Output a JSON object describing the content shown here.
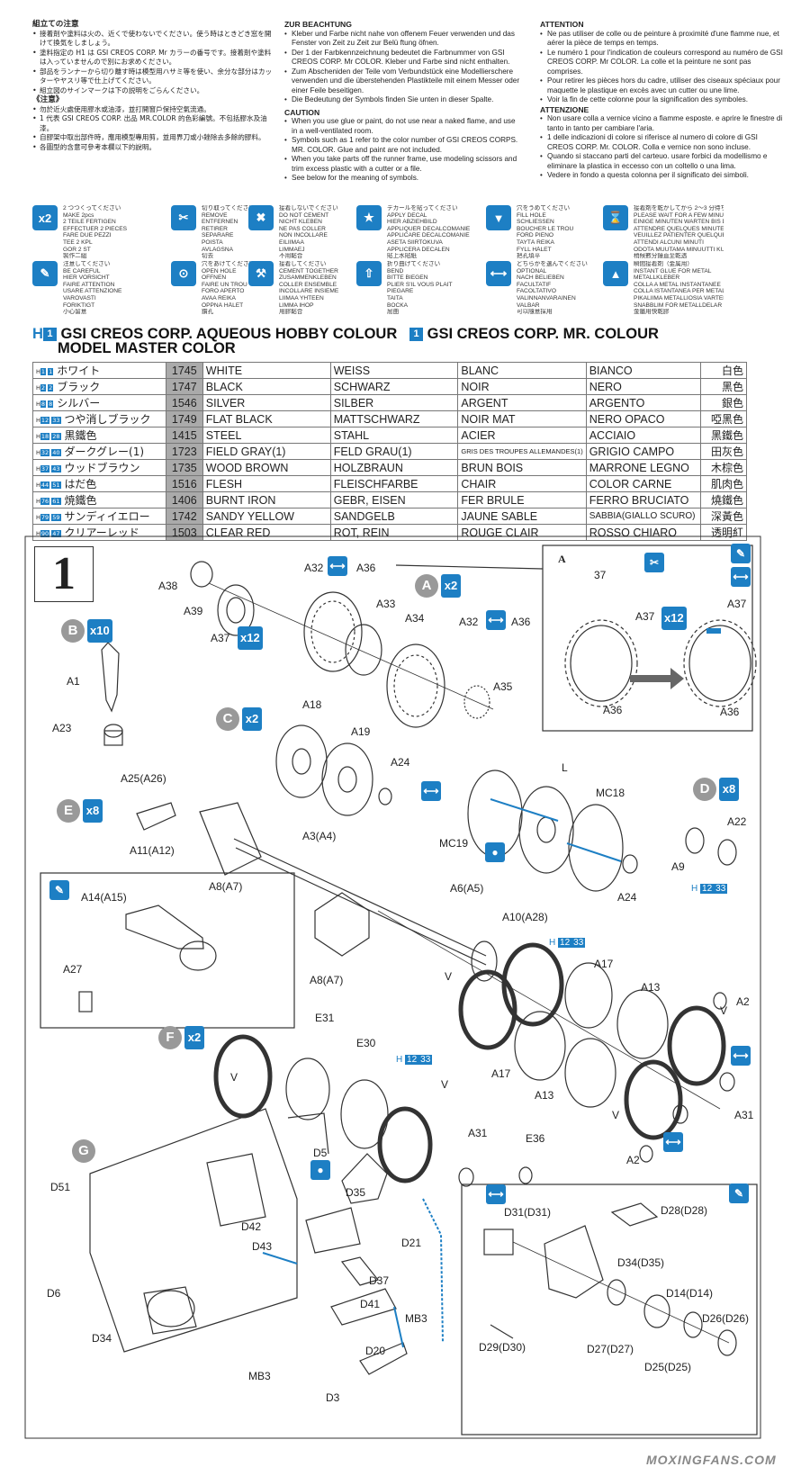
{
  "warnings": {
    "jp": {
      "title": "組立ての注意",
      "items": [
        "接着剤や塗料は火の、近くで使わないでください。使う時はときどき窓を開けて換気をしましょう。",
        "塗料指定の H1 は GSI CREOS CORP. Mr カラーの番号です。接着剤や塗料は入っていませんので別にお求めください。",
        "部品をランナーから切り離す時は模型用ハサミ等を使い、余分な部分はカッターやヤスリ等で仕上げてください。",
        "組立図のサインマークは下の説明をごらんください。"
      ],
      "title2": "《注意》",
      "items2": [
        "勿於近火處使用膠水或油漆，並打開窗戶保持空氣流通。",
        "1 代表 GSI CREOS CORP. 出品 MR.COLOR 的色彩編號。不包括膠水及油漆。",
        "自膠架中取出部件時，應用模型專用剪，並用界刀或小銼除去多餘的膠料。",
        "各圖型的含意可參考本欄以下的說明。"
      ]
    },
    "de": {
      "title": "ZUR BEACHTUNG",
      "items": [
        "Kleber und Farbe nicht nahe von offenem Feuer verwenden und das Fenster von Zeit zu Zeit zur Belü ftung öfnen.",
        "Der 1 der Farbkennzeichnung bedeutet die Farbnummer von GSI CREOS CORP. Mr COLOR. Kleber und Farbe sind nicht enthalten.",
        "Zum Abscheniden der Teile vom Verbundstück eine Modellierschere verwenden und die überstehenden Plastikteile mit einem Messer oder einer Feile beseitigen.",
        "Die Bedeutung der Symbols finden Sie unten in dieser Spalte."
      ],
      "title2": "CAUTION",
      "items2": [
        "When you use glue or paint, do not use near a naked flame, and use in a well-ventilated room.",
        "Symbols such as 1 refer to the color number of GSI CREOS CORPS. MR. COLOR. Glue and paint are not included.",
        "When you take parts off the runner frame, use modeling scissors and trim excess plastic with a cutter or a file.",
        "See below for the meaning of symbols."
      ]
    },
    "fr": {
      "title": "ATTENTION",
      "items": [
        "Ne pas utiliser de colle ou de peinture à proximité d'une flamme nue, et aérer la pièce de temps en temps.",
        "Le numéro 1 pour l'indication de couleurs correspond au numéro de GSI CREOS CORP. Mr COLOR. La colle et la peinture ne sont pas comprises.",
        "Pour retirer les pièces hors du cadre, utiliser des ciseaux spéciaux pour maquette le plastique en excès avec un cutter ou une lime.",
        "Voir la fin de cette colonne pour la signification des symboles."
      ],
      "title2": "ATTENZIONE",
      "items2": [
        "Non usare colla a vernice vicino a fiamme esposte. e aprire le finestre di tanto in tanto per cambiare l'aria.",
        "1 delle indicazioni di colore si riferisce al numero di colore di GSI CREOS CORP. Mr. COLOR. Colla e vernice non sono incluse.",
        "Quando si staccano parti del carteuo. usare forbici da modellismo e eliminare la plastica in eccesso con un coltello o una lima.",
        "Vedere in fondo a questa colonna per il significato dei simboli."
      ]
    }
  },
  "symbols": [
    {
      "icon": "x2",
      "name": "make-two",
      "lines": [
        "2 つつくってください",
        "MAKE 2pcs",
        "2 TEILE FERTIGEN",
        "EFFECTUER 2 PIECES",
        "FARE DUE PEZZI",
        "TEE 2 KPL",
        "GÖR 2 ST",
        "製作二組"
      ]
    },
    {
      "icon": "✂",
      "name": "remove",
      "lines": [
        "切り取ってください",
        "REMOVE",
        "ENTFERNEN",
        "RETIRER",
        "SEPARARE",
        "POISTA",
        "AVLÄGSNA",
        "切去"
      ]
    },
    {
      "icon": "✖",
      "name": "do-not-cement",
      "lines": [
        "接着しないでください",
        "DO NOT CEMENT",
        "NICHT KLEBEN",
        "NE PAS COLLER",
        "NON INCOLLARE",
        "EILIIMAA",
        "LIMMAEJ",
        "不用黏合"
      ]
    },
    {
      "icon": "★",
      "name": "apply-decal",
      "lines": [
        "デカールを貼ってください",
        "APPLY DECAL",
        "HIER ABZIEHBILD",
        "APPLIQUER DECALCOMANIE",
        "APPLICARE DECALCOMANIE",
        "ASETA SIIRTOKUVA",
        "APPLICERA DECALEN",
        "貼上水貼紙"
      ]
    },
    {
      "icon": "▼",
      "name": "fill-hole",
      "lines": [
        "穴をうめてください",
        "FILL HOLE",
        "SCHLIESSEN",
        "BOUCHER LE TROU",
        "FORD PIENO",
        "TAYTÄ REIKA",
        "FYLL HÅLET",
        "把孔填平"
      ]
    },
    {
      "icon": "⌛",
      "name": "glue-wait",
      "lines": [
        "接着剤を乾かしてから 2～3 分待ちます",
        "PLEASE WAIT FOR A FEW MINUTES UNTIL DRY",
        "EINIGE MINUTEN WARTEN BIS DER KLEBSTOFF GETROCKNET IST",
        "ATTENDRE QUELQUES MINUTES JUSQU'AU SECHAGE",
        "VEUILLEZ PATIENTER QUELQUES MINUTES",
        "ATTENDI ALCUNI MINUTI",
        "ODOTA MUUTAMA MINUUTTI KUNNES KUIVUNUT",
        "稍候數分鐘直至乾透"
      ]
    },
    {
      "icon": "✎",
      "name": "be-careful",
      "lines": [
        "注意してください",
        "BE CAREFUL",
        "HIER VORSICHT",
        "FAIRE ATTENTION",
        "USARE ATTENZIONE",
        "VAROVASTI",
        "FÖRIKTIGT",
        "小心留意"
      ]
    },
    {
      "icon": "⊙",
      "name": "open-hole",
      "lines": [
        "穴をあけてください",
        "OPEN HOLE",
        "OFFNEN",
        "FAIRE UN TROU",
        "FORO APERTO",
        "AVAA REIKA",
        "ÖPPNÄ HÅLET",
        "鑽孔"
      ]
    },
    {
      "icon": "⚒",
      "name": "cement-together",
      "lines": [
        "接着してください",
        "CEMENT TOGETHER",
        "ZUSAMMENKLEBEN",
        "COLLER ENSEMBLE",
        "INCOLLARE INSIEME",
        "LIIMAA YHTEEN",
        "LIMMA IHOP",
        "用膠黏合"
      ]
    },
    {
      "icon": "⇧",
      "name": "bend",
      "lines": [
        "折り曲げてください",
        "BEND",
        "BITTE BIEGEN",
        "PLIER S'IL VOUS PLAIT",
        "PIEGARE",
        "TAITA",
        "BOCKA",
        "屈曲"
      ]
    },
    {
      "icon": "⟷",
      "name": "optional",
      "lines": [
        "どちらかを選んでください",
        "OPTIONAL",
        "NACH BELIEBEN",
        "FACULTATIF",
        "FACOLTATIVO",
        "VALINNANVARAINEN",
        "VALBAR",
        "可以隨意採用"
      ]
    },
    {
      "icon": "▲",
      "name": "instant-glue",
      "lines": [
        "瞬間接着剤（金属用）",
        "INSTANT GLUE FOR METAL",
        "METALLKLEBER",
        "COLLA A METAL INSTANTANEE",
        "COLLA ISTANTANEA PER METALLU",
        "PIKALIIMA METALLIOSIA VARTEN",
        "SNABBLIM FÖR METALLDELAR",
        "金屬用快乾膠"
      ]
    }
  ],
  "color_table": {
    "header_h": "H",
    "header_h_num": "1",
    "header_1": "GSI CREOS CORP. AQUEOUS HOBBY COLOUR",
    "header_2_num": "1",
    "header_2": "GSI CREOS CORP. MR. COLOUR",
    "header_3": "MODEL MASTER COLOR",
    "rows": [
      {
        "h": "1",
        "m": "1",
        "jp": "ホワイト",
        "code": "1745",
        "en": "WHITE",
        "de": "WEISS",
        "fr": "BLANC",
        "it": "BIANCO",
        "kj": "白色"
      },
      {
        "h": "2",
        "m": "2",
        "jp": "ブラック",
        "code": "1747",
        "en": "BLACK",
        "de": "SCHWARZ",
        "fr": "NOIR",
        "it": "NERO",
        "kj": "黑色"
      },
      {
        "h": "8",
        "m": "8",
        "jp": "シルバー",
        "code": "1546",
        "en": "SILVER",
        "de": "SILBER",
        "fr": "ARGENT",
        "it": "ARGENTO",
        "kj": "銀色"
      },
      {
        "h": "12",
        "m": "33",
        "jp": "つや消しブラック",
        "code": "1749",
        "en": "FLAT BLACK",
        "de": "MATTSCHWARZ",
        "fr": "NOIR MAT",
        "it": "NERO OPACO",
        "kj": "啞黑色"
      },
      {
        "h": "18",
        "m": "28",
        "jp": "黒鐵色",
        "code": "1415",
        "en": "STEEL",
        "de": "STAHL",
        "fr": "ACIER",
        "it": "ACCIAIO",
        "kj": "黑鐵色"
      },
      {
        "h": "32",
        "m": "40",
        "jp": "ダークグレー(1)",
        "code": "1723",
        "en": "FIELD GRAY(1)",
        "de": "FELD GRAU(1)",
        "fr": "GRIS DES TROUPES ALLEMANDES(1)",
        "it": "GRIGIO CAMPO",
        "kj": "田灰色"
      },
      {
        "h": "37",
        "m": "43",
        "jp": "ウッドブラウン",
        "code": "1735",
        "en": "WOOD BROWN",
        "de": "HOLZBRAUN",
        "fr": "BRUN BOIS",
        "it": "MARRONE LEGNO",
        "kj": "木棕色"
      },
      {
        "h": "44",
        "m": "51",
        "jp": "はだ色",
        "code": "1516",
        "en": "FLESH",
        "de": "FLEISCHFARBE",
        "fr": "CHAIR",
        "it": "COLOR CARNE",
        "kj": "肌肉色"
      },
      {
        "h": "76",
        "m": "61",
        "jp": "焼鐵色",
        "code": "1406",
        "en": "BURNT IRON",
        "de": "GEBR, EISEN",
        "fr": "FER BRULE",
        "it": "FERRO BRUCIATO",
        "kj": "燒鐵色"
      },
      {
        "h": "79",
        "m": "59",
        "jp": "サンディイエロー",
        "code": "1742",
        "en": "SANDY YELLOW",
        "de": "SANDGELB",
        "fr": "JAUNE SABLE",
        "it": "SABBIA(GIALLO SCURO)",
        "kj": "深黃色"
      },
      {
        "h": "90",
        "m": "47",
        "jp": "クリアーレッド",
        "code": "1503",
        "en": "CLEAR RED",
        "de": "ROT, REIN",
        "fr": "ROUGE CLAIR",
        "it": "ROSSO CHIARO",
        "kj": "透明紅"
      }
    ]
  },
  "step": {
    "number": "1",
    "subassemblies": {
      "A": "A",
      "B": "B",
      "C": "C",
      "D": "D",
      "E": "E",
      "F": "F",
      "G": "G"
    },
    "multipliers": {
      "A": "x2",
      "B": "x10",
      "C": "x2",
      "D": "x8",
      "E": "x8",
      "F": "x2",
      "A37": "x12",
      "A32a": "",
      "A36": "x12"
    },
    "parts": {
      "A38": "A38",
      "A39": "A39",
      "A32": "A32",
      "A36": "A36",
      "A33": "A33",
      "A34": "A34",
      "A35": "A35",
      "A37": "A37",
      "A1": "A1",
      "A23": "A23",
      "A18": "A18",
      "A19": "A19",
      "A24": "A24",
      "A25": "A25(A26)",
      "A11": "A11(A12)",
      "A3": "A3(A4)",
      "A6": "A6(A5)",
      "A10": "A10(A28)",
      "A8": "A8(A7)",
      "A14": "A14(A15)",
      "A27": "A27",
      "A17": "A17",
      "A13": "A13",
      "A2": "A2",
      "A31": "A31",
      "E31": "E31",
      "E30": "E30",
      "E36": "E36",
      "V": "V",
      "L": "L",
      "MC18": "MC18",
      "MC19": "MC19",
      "A9": "A9",
      "A22": "A22",
      "D5": "D5",
      "D51": "D51",
      "D35": "D35",
      "D21": "D21",
      "D42": "D42",
      "D43": "D43",
      "D37": "D37",
      "D6": "D6",
      "D34": "D34",
      "D41": "D41",
      "MB3": "MB3",
      "D20": "D20",
      "D3": "D3",
      "D31": "D31(D31)",
      "D28": "D28(D28)",
      "D34b": "D34(D35)",
      "D14": "D14(D14)",
      "D26": "D26(D26)",
      "D29": "D29(D30)",
      "D27": "D27(D27)",
      "D25": "D25(D25)",
      "inset_A": "A",
      "inset_37": "37"
    },
    "color_codes": {
      "h": "H",
      "h12": "12",
      "m33": "33"
    }
  },
  "watermark": "MOXINGFANS.COM",
  "colors": {
    "accent": "#1d7fc4",
    "table_code_bg": "#aaaaaa",
    "badge_grey": "#999999"
  }
}
